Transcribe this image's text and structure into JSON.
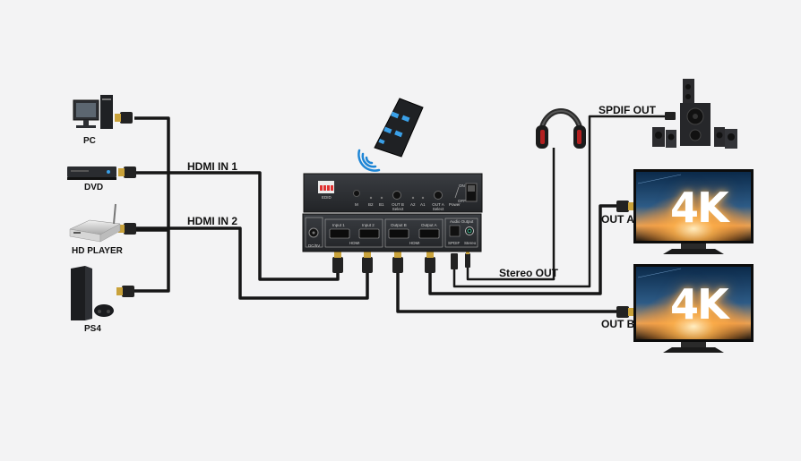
{
  "diagram": {
    "sources": [
      {
        "id": "pc",
        "label": "PC"
      },
      {
        "id": "dvd",
        "label": "DVD"
      },
      {
        "id": "hd-player",
        "label": "HD PLAYER"
      },
      {
        "id": "ps4",
        "label": "PS4"
      }
    ],
    "input_labels": {
      "in1": "HDMI IN 1",
      "in2": "HDMI IN 2"
    },
    "output_labels": {
      "spdif": "SPDIF OUT",
      "out_a": "OUT A",
      "out_b": "OUT B",
      "stereo": "Stereo OUT"
    },
    "tv_badge": "4K",
    "switch_front": {
      "buttons": [
        "M",
        "B2",
        "B1",
        "OUT B Select",
        "A2",
        "A1",
        "OUT A Select",
        "Power"
      ],
      "power_on": "ON",
      "power_off": "OFF",
      "edid": "EDID"
    },
    "switch_back": {
      "dc": "DC/5V",
      "input1": "Input 1",
      "input2": "Input 2",
      "output_b": "Output B",
      "output_a": "Output A",
      "hdmi": "HDMI",
      "audio_output": "Audio Output",
      "spdif": "SPDIF",
      "stereo": "Stereo"
    },
    "colors": {
      "background": "#f3f3f4",
      "cable": "#161616",
      "device": "#2b2d30",
      "remote_button": "#3aa0e8",
      "wifi": "#1e86d6",
      "connector": "#c9a23a"
    }
  }
}
